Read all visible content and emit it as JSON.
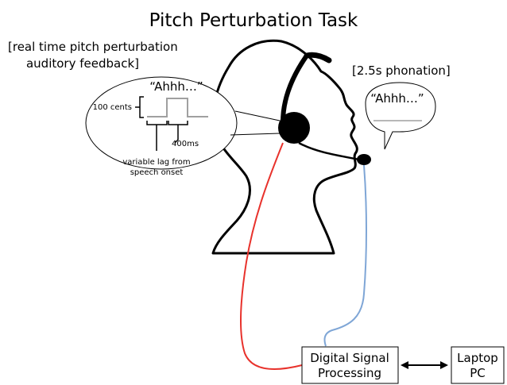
{
  "title": "Pitch Perturbation Task",
  "feedback_caption": {
    "line1": "[real time pitch perturbation",
    "line2": "auditory feedback]"
  },
  "phonation_caption": "[2.5s phonation]",
  "left_bubble": {
    "utterance": "“Ahhh…”",
    "magnitude_label": "100 cents",
    "duration_label": "400ms",
    "lag_label_line1": "variable lag from",
    "lag_label_line2": "speech onset"
  },
  "right_bubble": {
    "utterance": "“Ahhh…”"
  },
  "dsp_box": {
    "line1": "Digital Signal",
    "line2": "Processing"
  },
  "laptop_box": {
    "line1": "Laptop",
    "line2": "PC"
  },
  "colors": {
    "headphone_cable": "#e8322c",
    "microphone_cable": "#7fa6d6",
    "pitch_trace": "#a0a0a0",
    "outline": "#000000"
  }
}
